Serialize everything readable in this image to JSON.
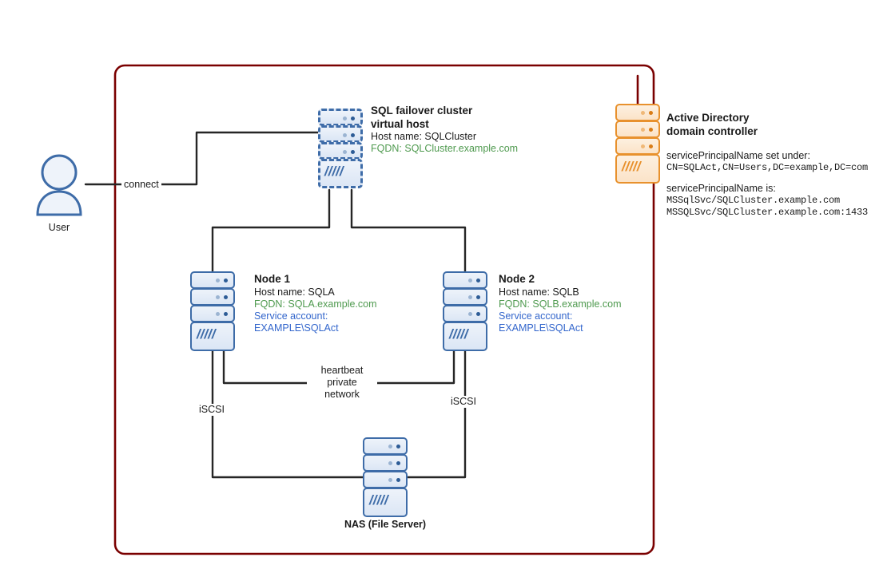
{
  "diagram": {
    "boundary": {
      "name": "cluster-boundary",
      "color": "#7a0000"
    },
    "link_color": "#262626",
    "fqdn_color": "#4f9a4f",
    "account_color": "#3366cc",
    "ad_color": "#e8912d",
    "node_color": "#3e6ca8"
  },
  "user": {
    "label": "User",
    "connect_label": "connect"
  },
  "virtual_host": {
    "title_line1": "SQL failover cluster",
    "title_line2": "virtual host",
    "host_name": "Host name: SQLCluster",
    "fqdn": "FQDN: SQLCluster.example.com"
  },
  "node1": {
    "title": "Node 1",
    "host_name": "Host name: SQLA",
    "fqdn": "FQDN: SQLA.example.com",
    "service_account_label": "Service account:",
    "service_account": "EXAMPLE\\SQLAct"
  },
  "node2": {
    "title": "Node 2",
    "host_name": "Host name: SQLB",
    "fqdn": "FQDN: SQLB.example.com",
    "service_account_label": "Service account:",
    "service_account": "EXAMPLE\\SQLAct"
  },
  "nas": {
    "label": "NAS (File Server)"
  },
  "active_directory": {
    "title_line1": "Active Directory",
    "title_line2": "domain controller",
    "spn_set_under_label": "servicePrincipalName set under:",
    "spn_set_under_value": "CN=SQLAct,CN=Users,DC=example,DC=com",
    "spn_is_label": "servicePrincipalName is:",
    "spn_value_1": "MSSqlSvc/SQLCluster.example.com",
    "spn_value_2": "MSSQLSvc/SQLCluster.example.com:1433"
  },
  "edges": {
    "heartbeat_line1": "heartbeat",
    "heartbeat_line2": "private",
    "heartbeat_line3": "network",
    "iscsi_left": "iSCSI",
    "iscsi_right": "iSCSI"
  }
}
